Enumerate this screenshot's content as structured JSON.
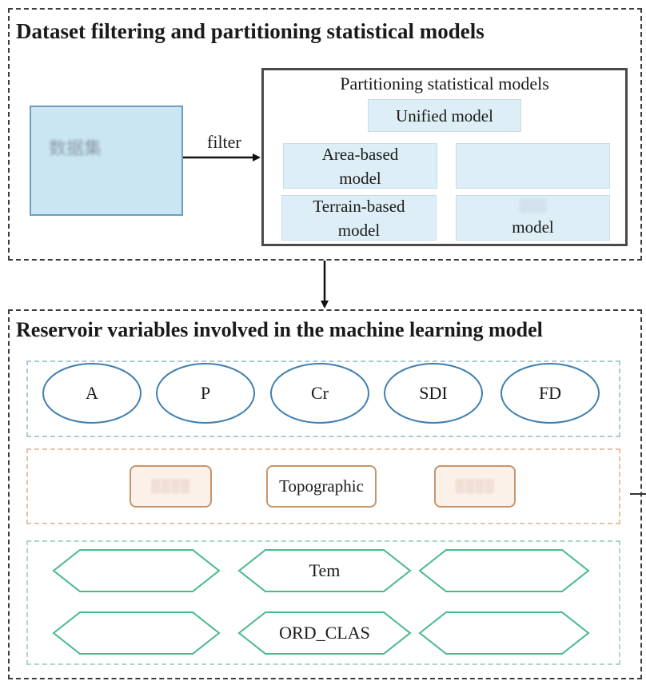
{
  "top_section": {
    "title": "Dataset filtering and partitioning statistical models",
    "arrow_label": "filter",
    "dataset_blur_text": "数据集",
    "panel": {
      "title": "Partitioning statistical models",
      "unified": "Unified model",
      "area_line1": "Area-based",
      "area_line2": "model",
      "blank_top_right": "",
      "terrain_line1": "Terrain-based",
      "terrain_line2": "model",
      "blurred_line1": "░░░",
      "blurred_line2": "model"
    }
  },
  "bottom_section": {
    "title": "Reservoir variables involved in the machine learning model",
    "ovals": [
      "A",
      "P",
      "Cr",
      "SDI",
      "FD"
    ],
    "rounded_boxes": [
      "░░░░",
      "Topographic",
      "░░░░"
    ],
    "hexagons_row1": [
      "",
      "Tem",
      ""
    ],
    "hexagons_row2": [
      "",
      "ORD_CLAS",
      ""
    ]
  },
  "colors": {
    "oval_stroke": "#3f7fb0",
    "hex_stroke": "#47b98a",
    "box_stroke": "#c8946a",
    "model_fill": "#ddeef6"
  }
}
